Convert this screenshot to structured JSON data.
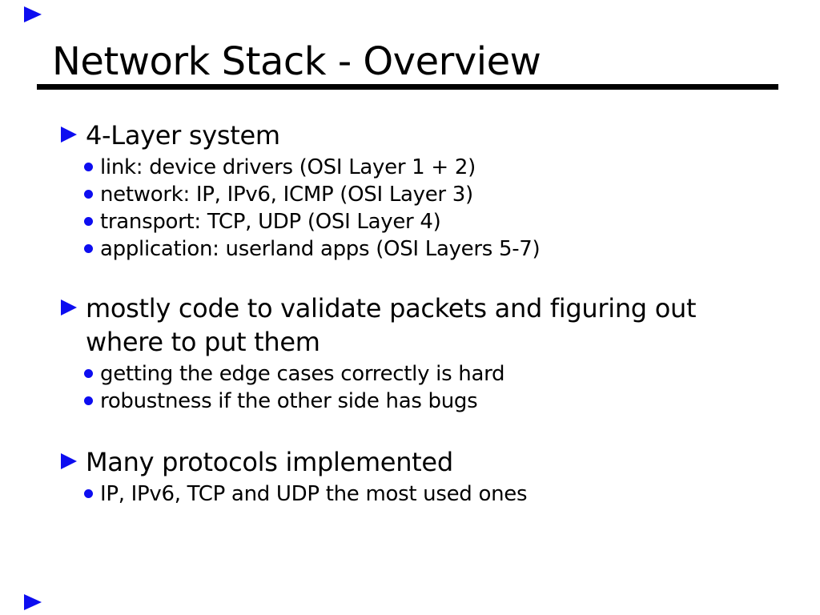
{
  "slide": {
    "title": "Network Stack - Overview",
    "bullets": [
      {
        "lines": [
          "4-Layer system"
        ],
        "sub": [
          "link: device drivers (OSI Layer 1 + 2)",
          "network: IP, IPv6, ICMP (OSI Layer 3)",
          "transport: TCP, UDP (OSI Layer 4)",
          "application: userland apps (OSI Layers 5-7)"
        ]
      },
      {
        "lines": [
          "mostly code to validate packets and figuring out",
          "where to put them"
        ],
        "sub": [
          "getting the edge cases correctly is hard",
          "robustness if the other side has bugs"
        ]
      },
      {
        "lines": [
          "Many protocols implemented"
        ],
        "sub": [
          "IP, IPv6, TCP and UDP the most used ones"
        ]
      }
    ],
    "icons": {
      "level1_bullet": "triangle-right-icon",
      "level2_bullet": "dot-icon",
      "corner_marker": "triangle-right-icon"
    },
    "colors": {
      "background": "#ffffff",
      "text": "#000000",
      "bullet_blue": "#0d0df0",
      "title_rule": "#000000"
    }
  }
}
